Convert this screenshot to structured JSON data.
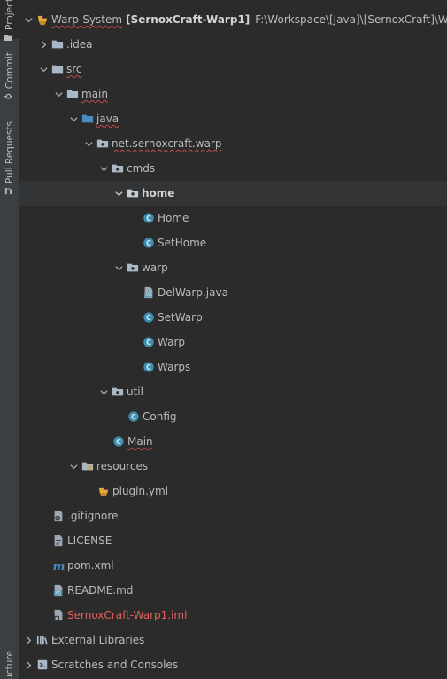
{
  "side_tabs": {
    "project": "Project",
    "commit": "Commit",
    "pull_requests": "Pull Requests",
    "structure": "Structure"
  },
  "tree": {
    "root": {
      "name": "Warp-System",
      "module": "[SernoxCraft-Warp1]",
      "path": "F:\\Workspace\\[Java]\\[SernoxCraft]\\Warp-System"
    },
    "idea": ".idea",
    "src": "src",
    "main": "main",
    "java": "java",
    "package": "net.sernoxcraft.warp",
    "cmds": "cmds",
    "home": "home",
    "home_class": "Home",
    "sethome_class": "SetHome",
    "warp_folder": "warp",
    "delwarp_file": "DelWarp.java",
    "setwarp_class": "SetWarp",
    "warp_class": "Warp",
    "warps_class": "Warps",
    "util": "util",
    "config_class": "Config",
    "main_class": "Main",
    "resources": "resources",
    "plugin_yml": "plugin.yml",
    "gitignore": ".gitignore",
    "license": "LICENSE",
    "pom": "pom.xml",
    "readme": "README.md",
    "iml": "SernoxCraft-Warp1.iml",
    "external_libraries": "External Libraries",
    "scratches": "Scratches and Consoles"
  },
  "colors": {
    "background": "#2b2b2b",
    "selected_row": "#323436",
    "folder": "#a9b7c6",
    "source_folder": "#4b8bbe",
    "class_icon": "#3d8fb0",
    "error_text": "#e0625a"
  }
}
